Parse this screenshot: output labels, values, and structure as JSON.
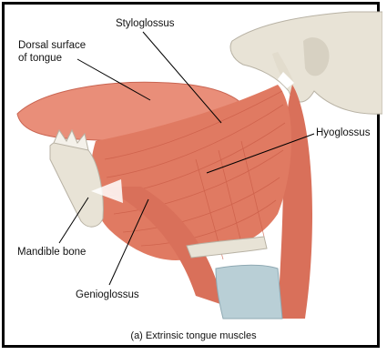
{
  "labels": {
    "styloglossus": "Styloglossus",
    "dorsal_line1": "Dorsal surface",
    "dorsal_line2": "of tongue",
    "hyoglossus": "Hyoglossus",
    "mandible": "Mandible bone",
    "genioglossus": "Genioglossus"
  },
  "caption": "(a) Extrinsic tongue muscles",
  "colors": {
    "frame": "#000000",
    "muscle": "#e07a62",
    "muscle_dark": "#c95a45",
    "bone": "#e8e3d6",
    "cartilage": "#b9cfd6",
    "tendon": "#ffffff"
  }
}
